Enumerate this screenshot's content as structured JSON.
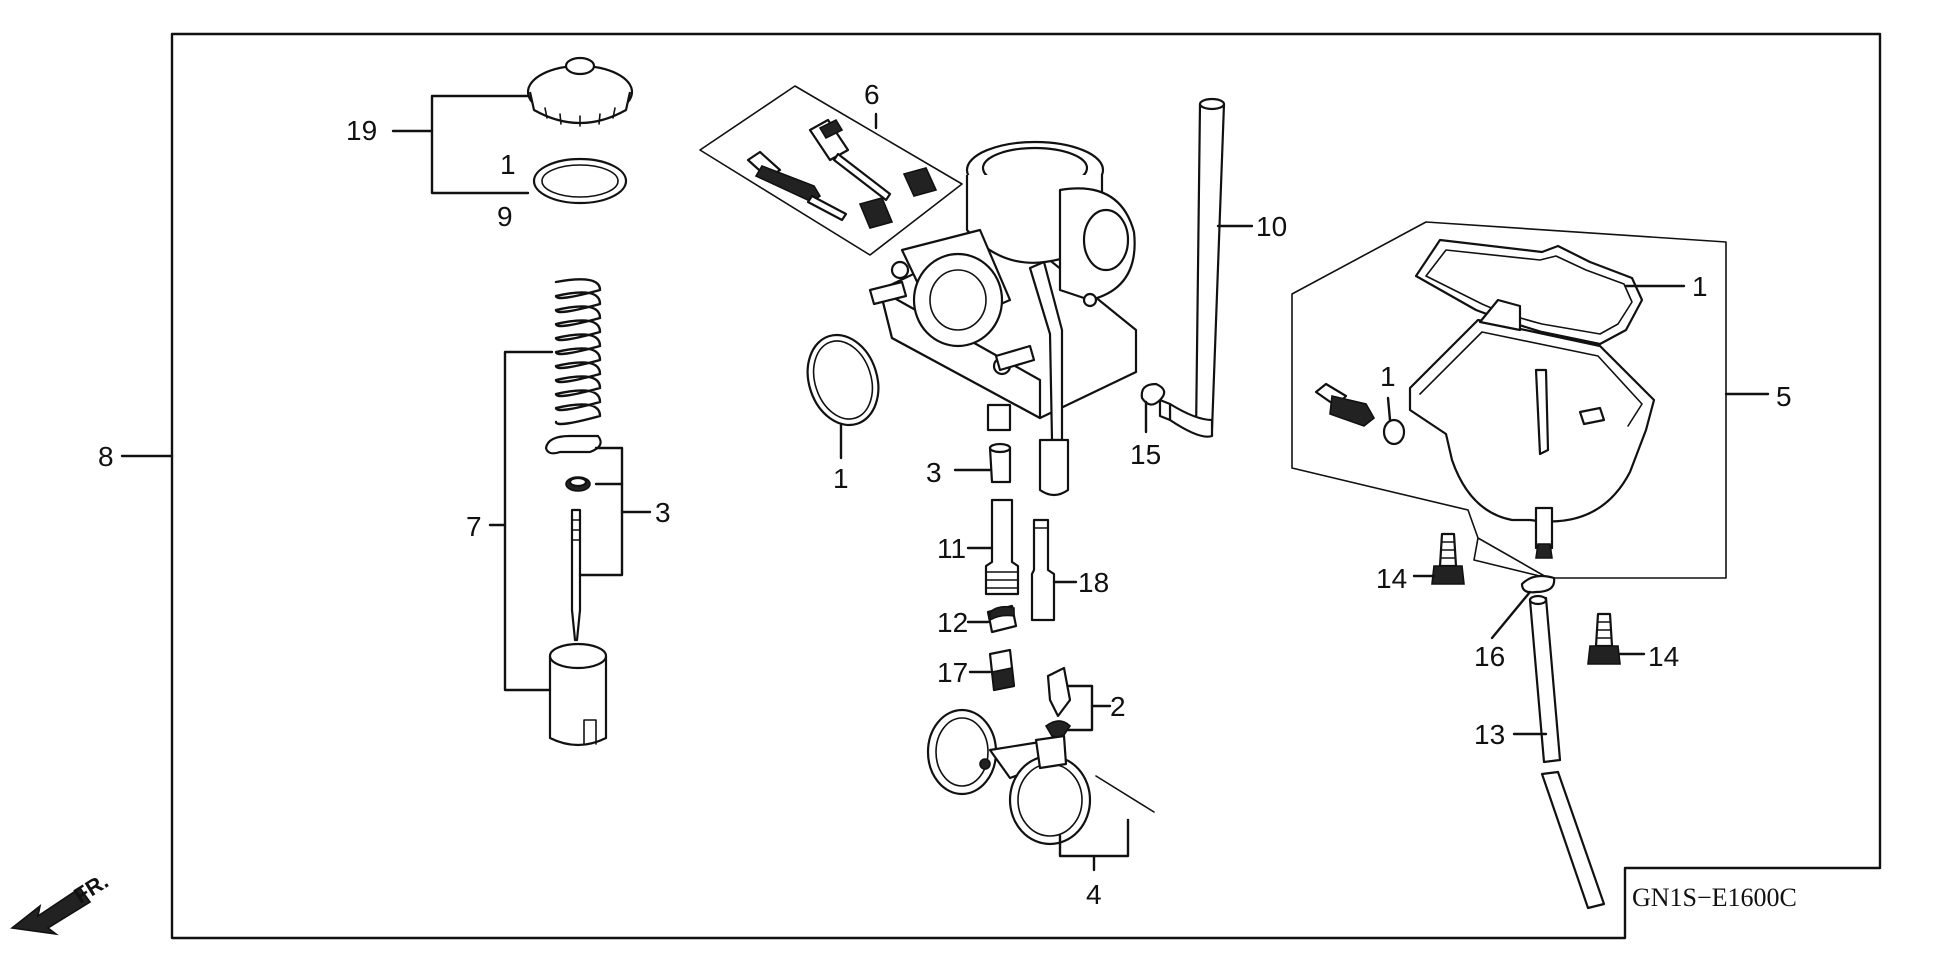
{
  "diagram_code": "GN1S−E1600C",
  "front_indicator": "FR.",
  "callouts": {
    "c1_float_gasket": "1",
    "c1_oring_body": "1",
    "c1_cap_ring": "1",
    "c1_screw_oring": "1",
    "c2": "2",
    "c3_left": "3",
    "c3_center": "3",
    "c4": "4",
    "c5": "5",
    "c6": "6",
    "c7": "7",
    "c8": "8",
    "c9": "9",
    "c10": "10",
    "c11": "11",
    "c12": "12",
    "c13": "13",
    "c14_left": "14",
    "c14_right": "14",
    "c15": "15",
    "c16": "16",
    "c17": "17",
    "c18": "18",
    "c19": "19"
  }
}
